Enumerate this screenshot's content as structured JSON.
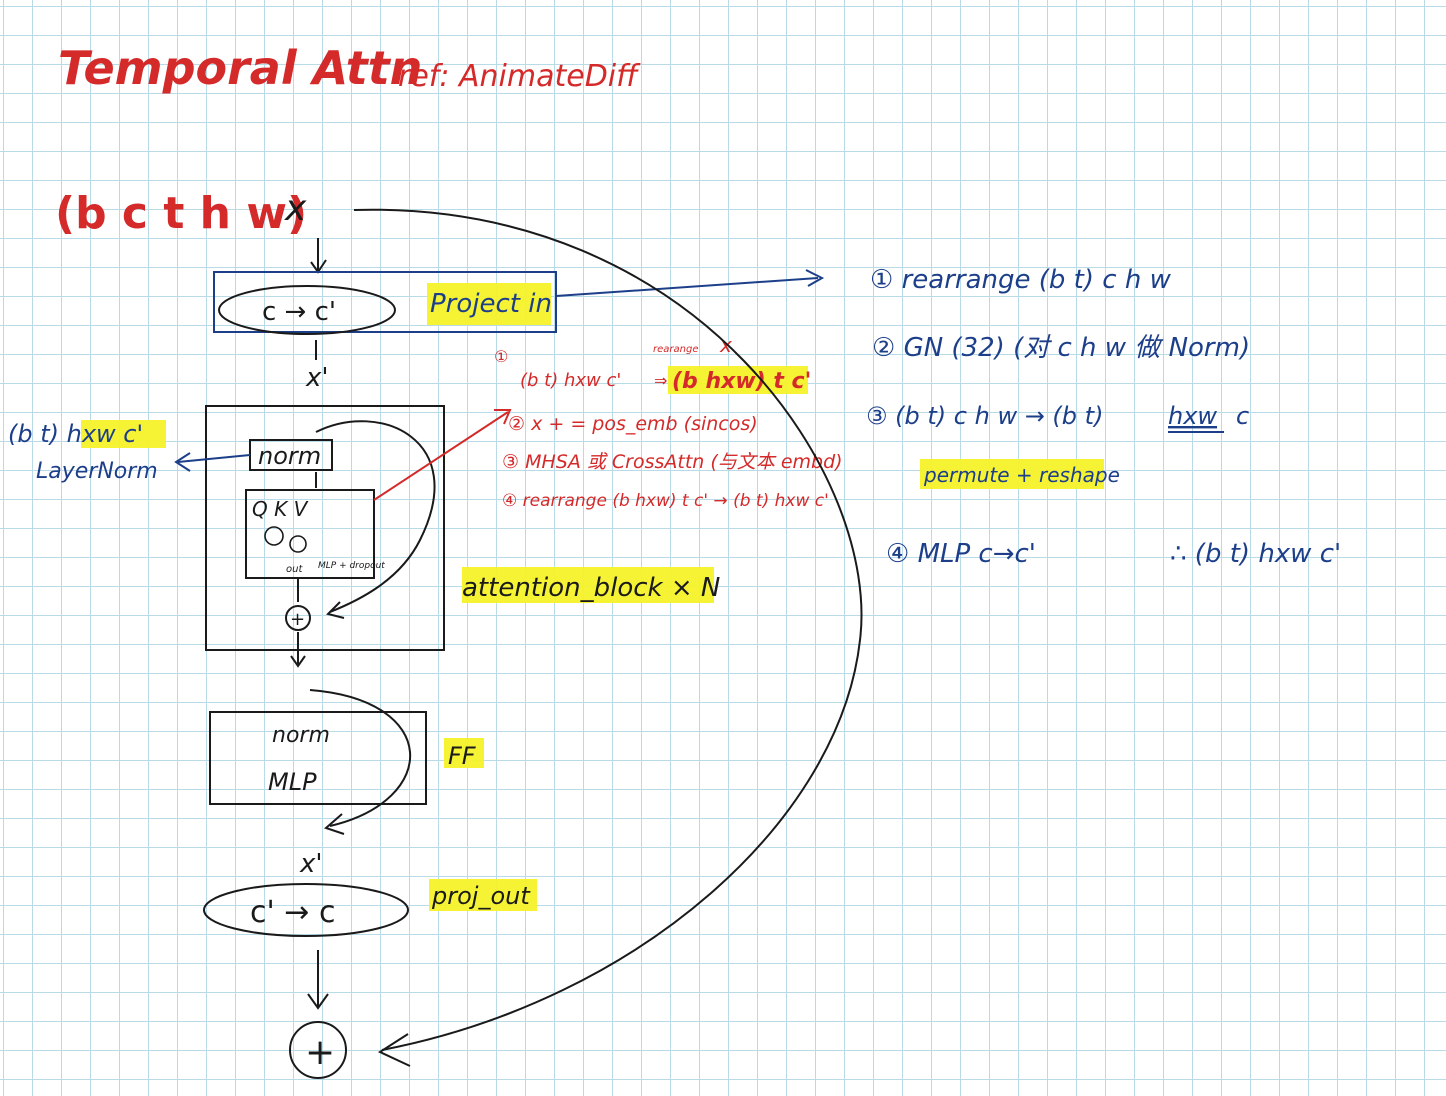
{
  "title": "Temporal Attn",
  "reference": "ref: AnimateDiff",
  "input_shape": "(b c t h w)",
  "input_var": "x",
  "project_in": {
    "box_label": "c → c'",
    "tag": "Project in"
  },
  "after_proj_var": "x'",
  "attention_block": {
    "input_shape": "(b t) hxw c'",
    "norm_label": "norm",
    "layernorm_label": "LayerNorm",
    "qkv": "Q K V",
    "out_label": "out",
    "mlp_dropout": "MLP + dropout",
    "plus": "+",
    "tag": "attention_block × N"
  },
  "attention_steps": {
    "rearrange_small": "rearange",
    "x_small": "x",
    "step1_left": "(b t) hxw c'",
    "step1_right": "(b hxw) t c'",
    "step2": "② x + = pos_emb (sincos)",
    "step3": "③ MHSA 或 CrossAttn (与文本 embd)",
    "step4": "④ rearrange (b hxw) t c' → (b t) hxw c'"
  },
  "ff": {
    "norm": "norm",
    "mlp": "MLP",
    "tag": "FF"
  },
  "after_ff_var": "x'",
  "proj_out": {
    "box_label": "c' → c",
    "tag": "proj_out"
  },
  "final_plus": "+",
  "project_in_details": {
    "item1": "① rearrange   (b t) c h w",
    "item2": "② GN (32)   (对 c h w 做 Norm)",
    "item3_left": "③ (b t) c h w → (b t)",
    "item3_mid": "hxw",
    "item3_right": "c",
    "item3_tag": "permute + reshape",
    "item4_left": "④ MLP  c→c'",
    "item4_right": "∴ (b t) hxw c'"
  },
  "colors": {
    "red": "#d42a2a",
    "blue": "#1d3f8a",
    "black": "#1a1a1a",
    "highlight": "#f5f22a",
    "grid": "#b9dbe8"
  }
}
